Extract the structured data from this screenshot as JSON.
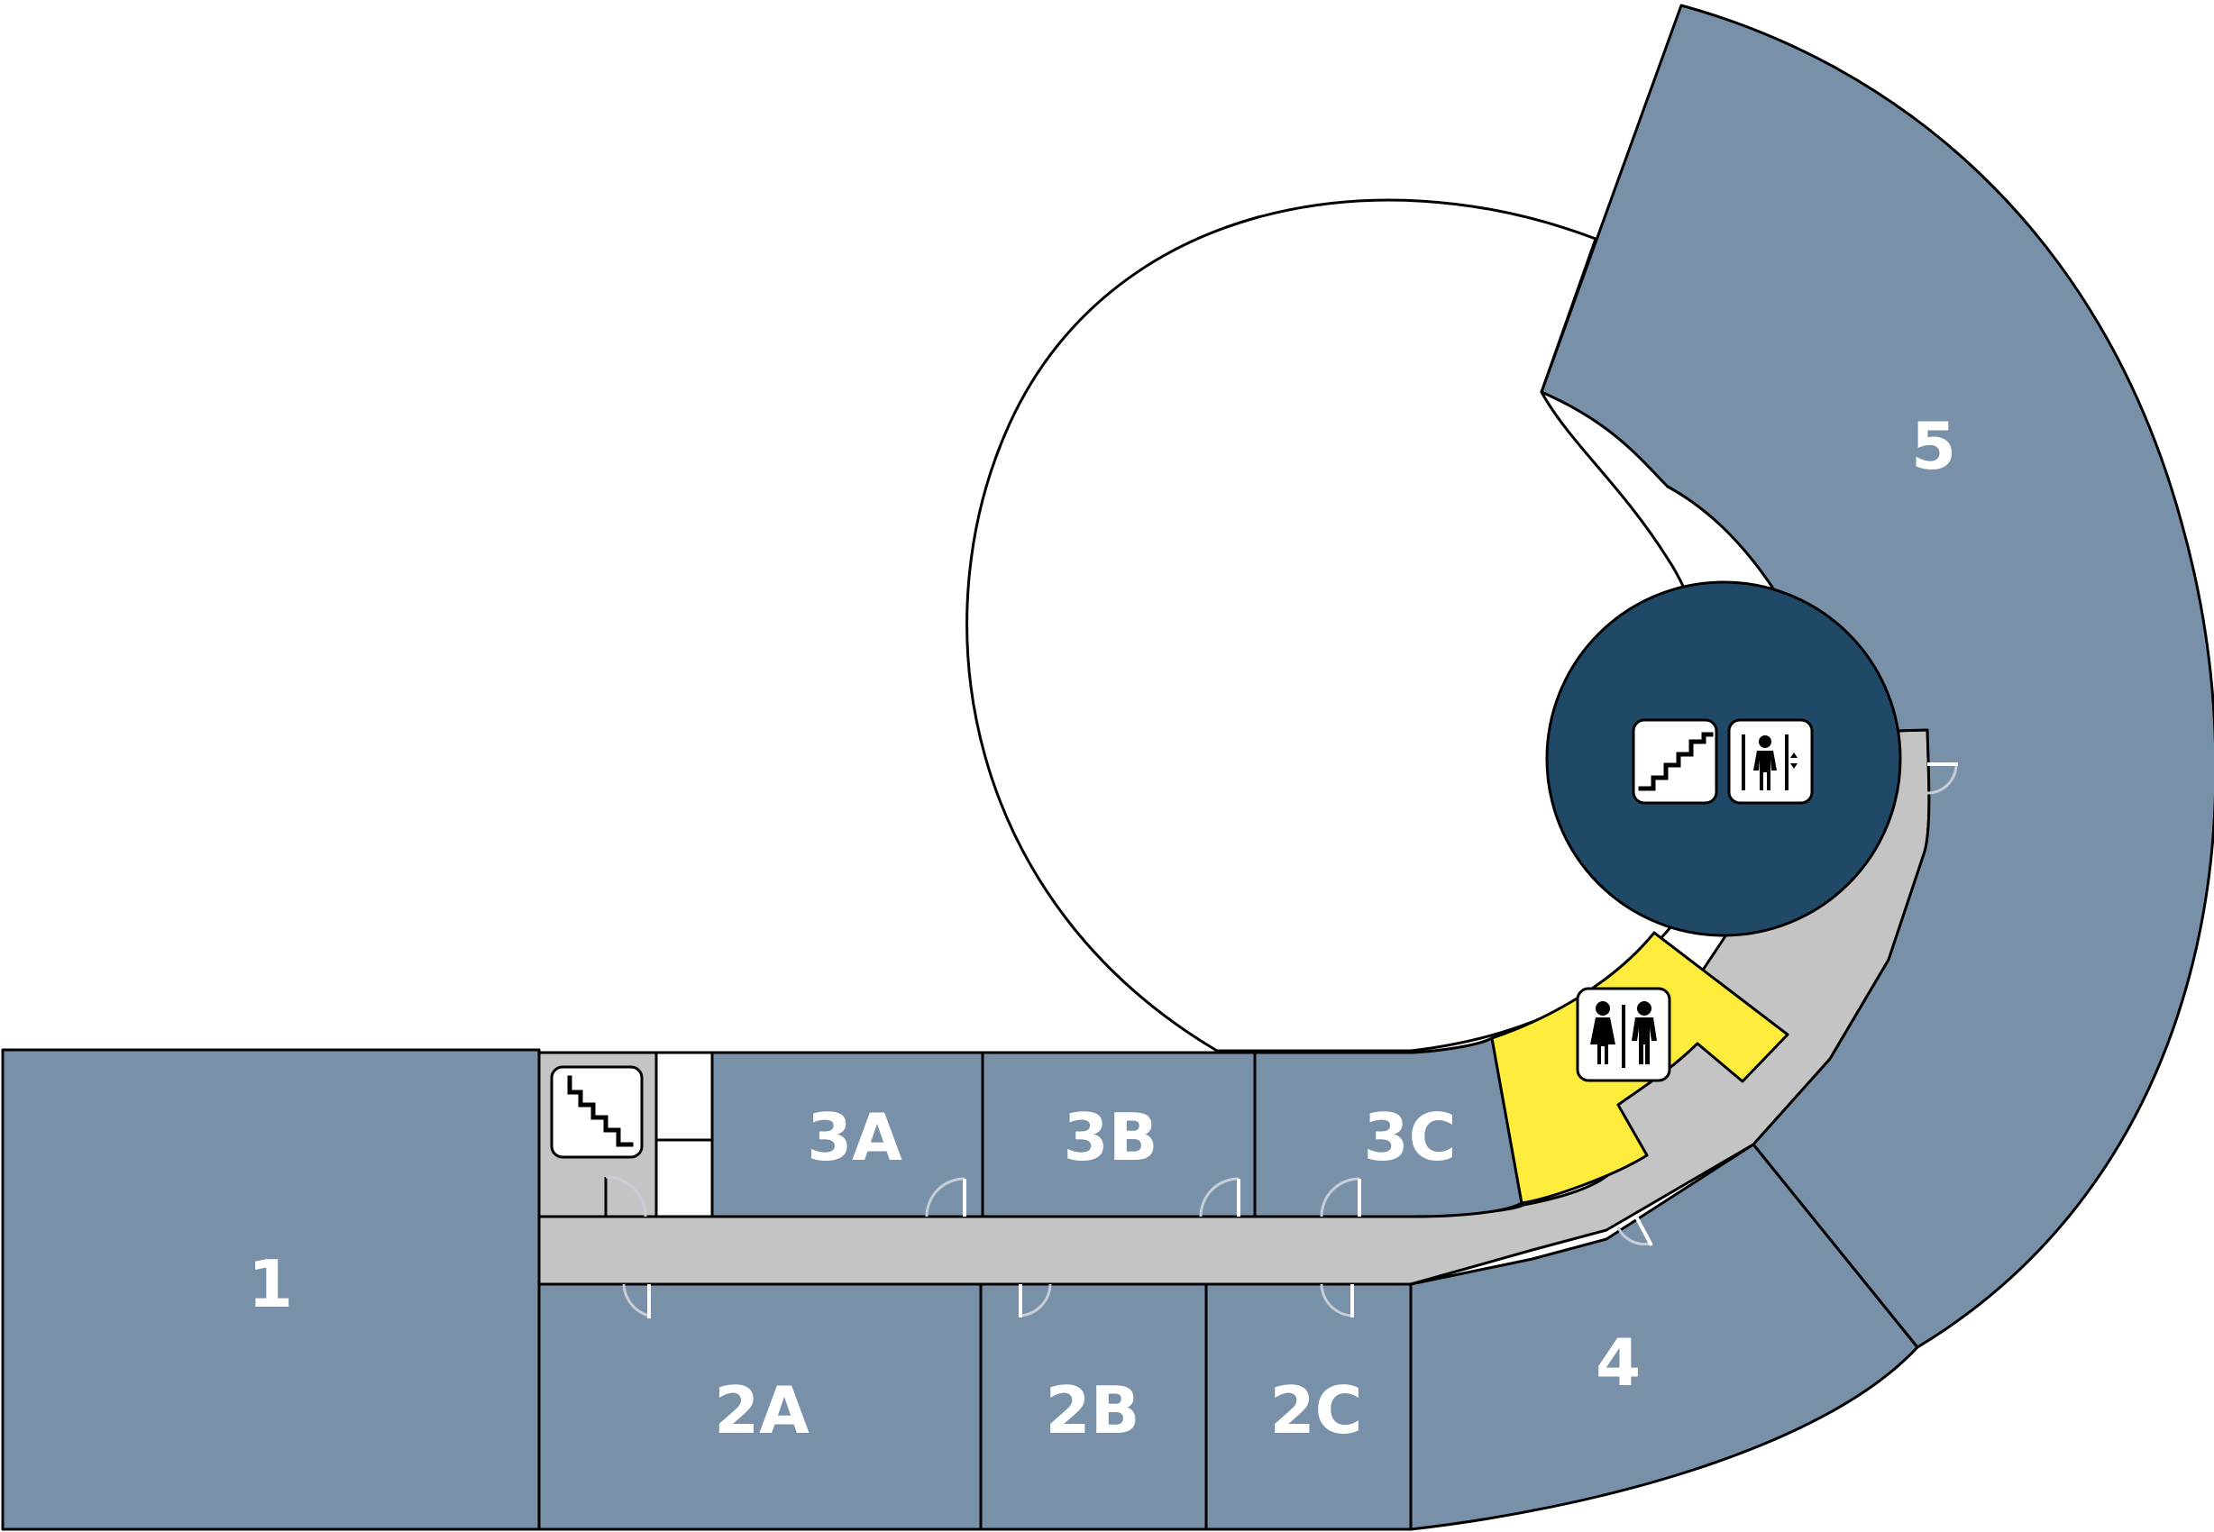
{
  "colors": {
    "room": "#7991a8",
    "corridor": "#c4c4c4",
    "restroom": "#ffec3d",
    "core": "#1f4966",
    "courtyard": "#ffffff"
  },
  "rooms": {
    "r1": "1",
    "r2a": "2A",
    "r2b": "2B",
    "r2c": "2C",
    "r3a": "3A",
    "r3b": "3B",
    "r3c": "3C",
    "r4": "4",
    "r5": "5"
  },
  "icons": {
    "west_stairs": "stairs-icon",
    "core_stairs": "stairs-icon",
    "core_elevator": "elevator-icon",
    "restroom": "restroom-icon"
  }
}
